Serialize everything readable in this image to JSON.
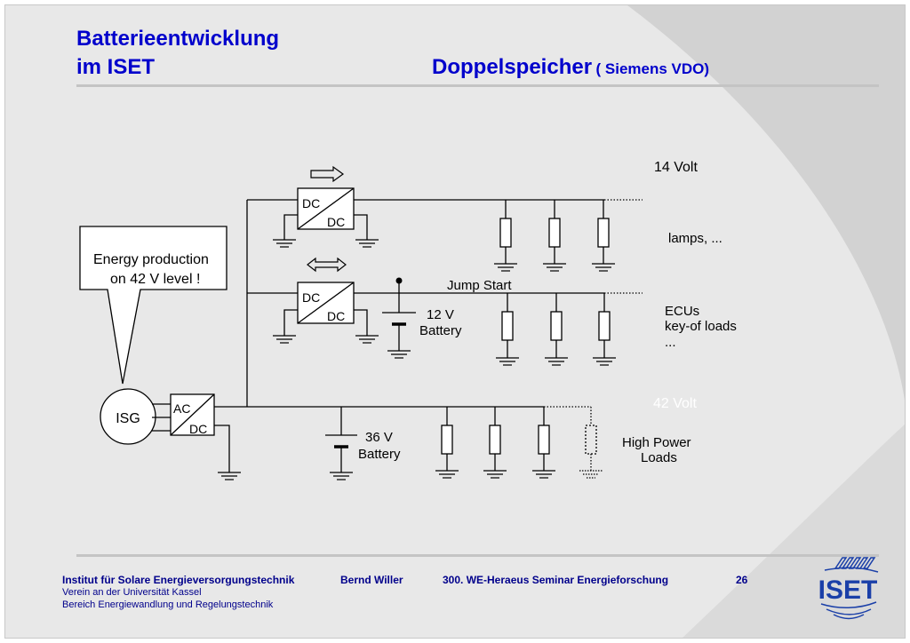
{
  "title": {
    "line1": "Batterieentwicklung",
    "line2": "im ISET",
    "right_main": "Doppelspeicher",
    "right_sub": "( Siemens VDO)"
  },
  "diagram": {
    "callout": {
      "line1": "Energy production",
      "line2": "on 42 V level !"
    },
    "isg_label": "ISG",
    "acdc": {
      "top": "AC",
      "bottom": "DC"
    },
    "dcdc_upper": {
      "top": "DC",
      "bottom": "DC"
    },
    "dcdc_lower": {
      "top": "DC",
      "bottom": "DC"
    },
    "bus14_label": "14 Volt",
    "bus42_label": "42 Volt",
    "lamps_label": "lamps, ...",
    "jump_start_label": "Jump Start",
    "battery12": {
      "line1": "12 V",
      "line2": "Battery"
    },
    "battery36": {
      "line1": "36 V",
      "line2": "Battery"
    },
    "ecus": {
      "line1": "ECUs",
      "line2": "key-of loads",
      "line3": "..."
    },
    "high_power": {
      "line1": "High Power",
      "line2": "Loads"
    }
  },
  "footer": {
    "institute": "Institut für Solare Energieversorgungstechnik",
    "author": "Bernd Willer",
    "seminar": "300. WE-Heraeus Seminar  Energieforschung",
    "page": "26",
    "line2": "Verein an der Universität Kassel",
    "line3": "Bereich Energiewandlung und Regelungstechnik",
    "logo_text": "ISET"
  },
  "colors": {
    "title": "#0000cc",
    "footer": "#00008b",
    "background": "#e8e8e8",
    "bus42_label": "#ffffff"
  }
}
